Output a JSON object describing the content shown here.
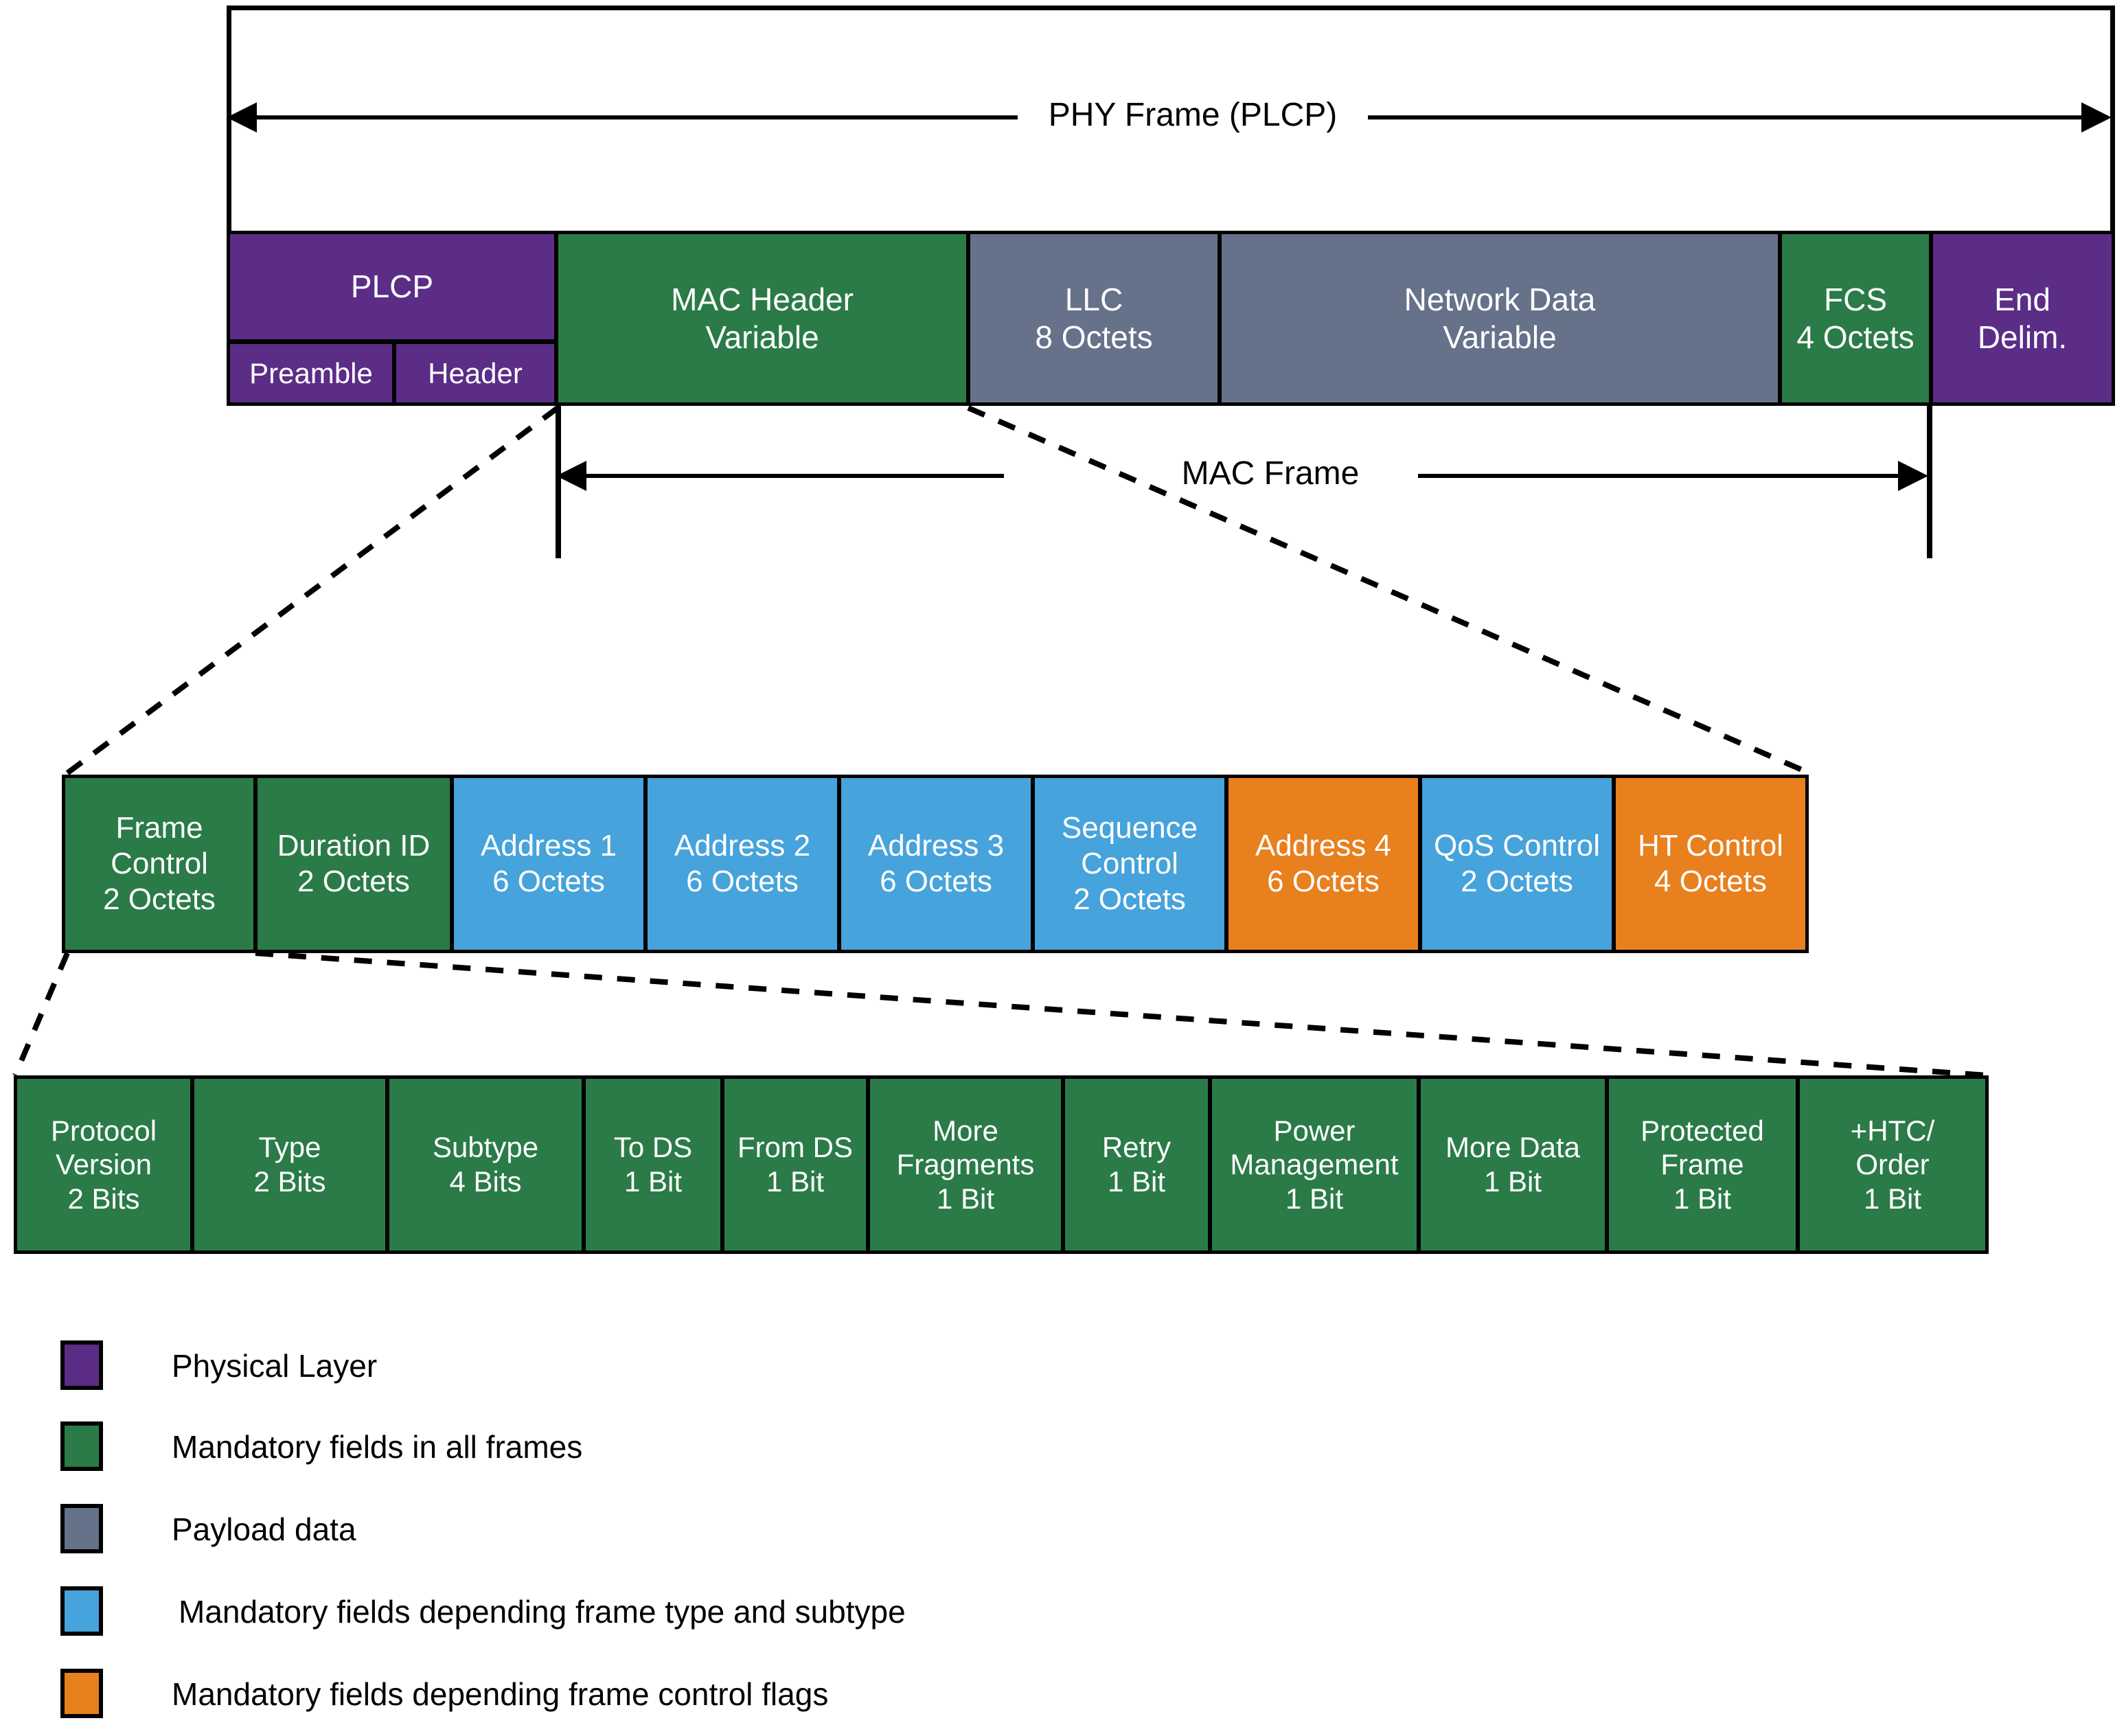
{
  "diagram": {
    "title_phy": "PHY Frame (PLCP)",
    "title_mac": "MAC Frame"
  },
  "phy_frame": {
    "cells": [
      {
        "name": "plcp",
        "label": "PLCP",
        "size": "",
        "color": "#5B2D87"
      },
      {
        "name": "mac-header",
        "label": "MAC Header",
        "size": "Variable",
        "color": "#2A7B47"
      },
      {
        "name": "llc",
        "label": "LLC",
        "size": "8 Octets",
        "color": "#66718A"
      },
      {
        "name": "network-data",
        "label": "Network Data",
        "size": "Variable",
        "color": "#66718A"
      },
      {
        "name": "fcs",
        "label": "FCS",
        "size": "4 Octets",
        "color": "#2A7B47"
      },
      {
        "name": "end-delim",
        "label": "End",
        "size": "Delim.",
        "color": "#5B2D87"
      }
    ],
    "plcp_sub": [
      {
        "name": "preamble",
        "label": "Preamble",
        "color": "#5B2D87"
      },
      {
        "name": "header",
        "label": "Header",
        "color": "#5B2D87"
      }
    ]
  },
  "mac_header": {
    "cells": [
      {
        "name": "frame-control",
        "l1": "Frame",
        "l2": "Control",
        "l3": "2 Octets",
        "color": "#2A7B47"
      },
      {
        "name": "duration-id",
        "l1": "Duration ID",
        "l2": "2 Octets",
        "l3": "",
        "color": "#2A7B47"
      },
      {
        "name": "address-1",
        "l1": "Address 1",
        "l2": "6 Octets",
        "l3": "",
        "color": "#46A3DB"
      },
      {
        "name": "address-2",
        "l1": "Address 2",
        "l2": "6 Octets",
        "l3": "",
        "color": "#46A3DB"
      },
      {
        "name": "address-3",
        "l1": "Address 3",
        "l2": "6 Octets",
        "l3": "",
        "color": "#46A3DB"
      },
      {
        "name": "sequence-control",
        "l1": "Sequence",
        "l2": "Control",
        "l3": "2 Octets",
        "color": "#46A3DB"
      },
      {
        "name": "address-4",
        "l1": "Address 4",
        "l2": "6 Octets",
        "l3": "",
        "color": "#E8801E"
      },
      {
        "name": "qos-control",
        "l1": "QoS Control",
        "l2": "2 Octets",
        "l3": "",
        "color": "#46A3DB"
      },
      {
        "name": "ht-control",
        "l1": "HT Control",
        "l2": "4 Octets",
        "l3": "",
        "color": "#E8801E"
      }
    ]
  },
  "frame_control": {
    "cells": [
      {
        "name": "protocol-version",
        "l1": "Protocol",
        "l2": "Version",
        "l3": "2 Bits",
        "color": "#2A7B47"
      },
      {
        "name": "type",
        "l1": "Type",
        "l2": "2 Bits",
        "l3": "",
        "color": "#2A7B47"
      },
      {
        "name": "subtype",
        "l1": "Subtype",
        "l2": "4 Bits",
        "l3": "",
        "color": "#2A7B47"
      },
      {
        "name": "to-ds",
        "l1": "To DS",
        "l2": "1 Bit",
        "l3": "",
        "color": "#2A7B47"
      },
      {
        "name": "from-ds",
        "l1": "From DS",
        "l2": "1 Bit",
        "l3": "",
        "color": "#2A7B47"
      },
      {
        "name": "more-fragments",
        "l1": "More",
        "l2": "Fragments",
        "l3": "1 Bit",
        "color": "#2A7B47"
      },
      {
        "name": "retry",
        "l1": "Retry",
        "l2": "1 Bit",
        "l3": "",
        "color": "#2A7B47"
      },
      {
        "name": "power-management",
        "l1": "Power",
        "l2": "Management",
        "l3": "1 Bit",
        "color": "#2A7B47"
      },
      {
        "name": "more-data",
        "l1": "More Data",
        "l2": "1 Bit",
        "l3": "",
        "color": "#2A7B47"
      },
      {
        "name": "protected-frame",
        "l1": "Protected",
        "l2": "Frame",
        "l3": "1 Bit",
        "color": "#2A7B47"
      },
      {
        "name": "htc-order",
        "l1": "+HTC/",
        "l2": "Order",
        "l3": "1 Bit",
        "color": "#2A7B47"
      }
    ]
  },
  "legend": {
    "items": [
      {
        "name": "physical-layer",
        "label": "Physical Layer",
        "color": "#5B2D87"
      },
      {
        "name": "mandatory-all",
        "label": "Mandatory fields in all frames",
        "color": "#2A7B47"
      },
      {
        "name": "payload-data",
        "label": "Payload data",
        "color": "#66718A"
      },
      {
        "name": "mandatory-type-subtype",
        "label": "Mandatory fields depending frame type and subtype",
        "color": "#46A3DB"
      },
      {
        "name": "mandatory-control-flags",
        "label": "Mandatory fields depending frame control flags",
        "color": "#E8801E"
      }
    ]
  }
}
